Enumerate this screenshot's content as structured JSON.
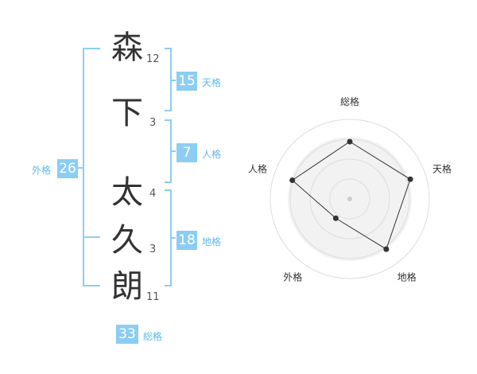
{
  "colors": {
    "accent": "#8ccdf4",
    "bracket": "#8ccdf4",
    "label": "#5fb8ea",
    "kanji": "#333333",
    "radar_ring": "#dddddd",
    "radar_fill": "#f2f2f2",
    "polygon_stroke": "#333333"
  },
  "name": {
    "characters": [
      {
        "char": "森",
        "strokes": "12"
      },
      {
        "char": "下",
        "strokes": "3"
      },
      {
        "char": "太",
        "strokes": "4"
      },
      {
        "char": "久",
        "strokes": "3"
      },
      {
        "char": "朗",
        "strokes": "11"
      }
    ]
  },
  "kakusu": {
    "tenkaku": {
      "value": "15",
      "label": "天格"
    },
    "jinkaku": {
      "value": "7",
      "label": "人格"
    },
    "chikaku": {
      "value": "18",
      "label": "地格"
    },
    "gaikaku": {
      "value": "26",
      "label": "外格"
    },
    "soukaku": {
      "value": "33",
      "label": "総格"
    }
  },
  "chart_data": {
    "type": "radar",
    "axes": [
      "総格",
      "天格",
      "地格",
      "外格",
      "人格"
    ],
    "values": [
      0.72,
      0.8,
      0.78,
      0.3,
      0.76
    ],
    "range": [
      0,
      1
    ],
    "rings": 4,
    "grid": true
  }
}
